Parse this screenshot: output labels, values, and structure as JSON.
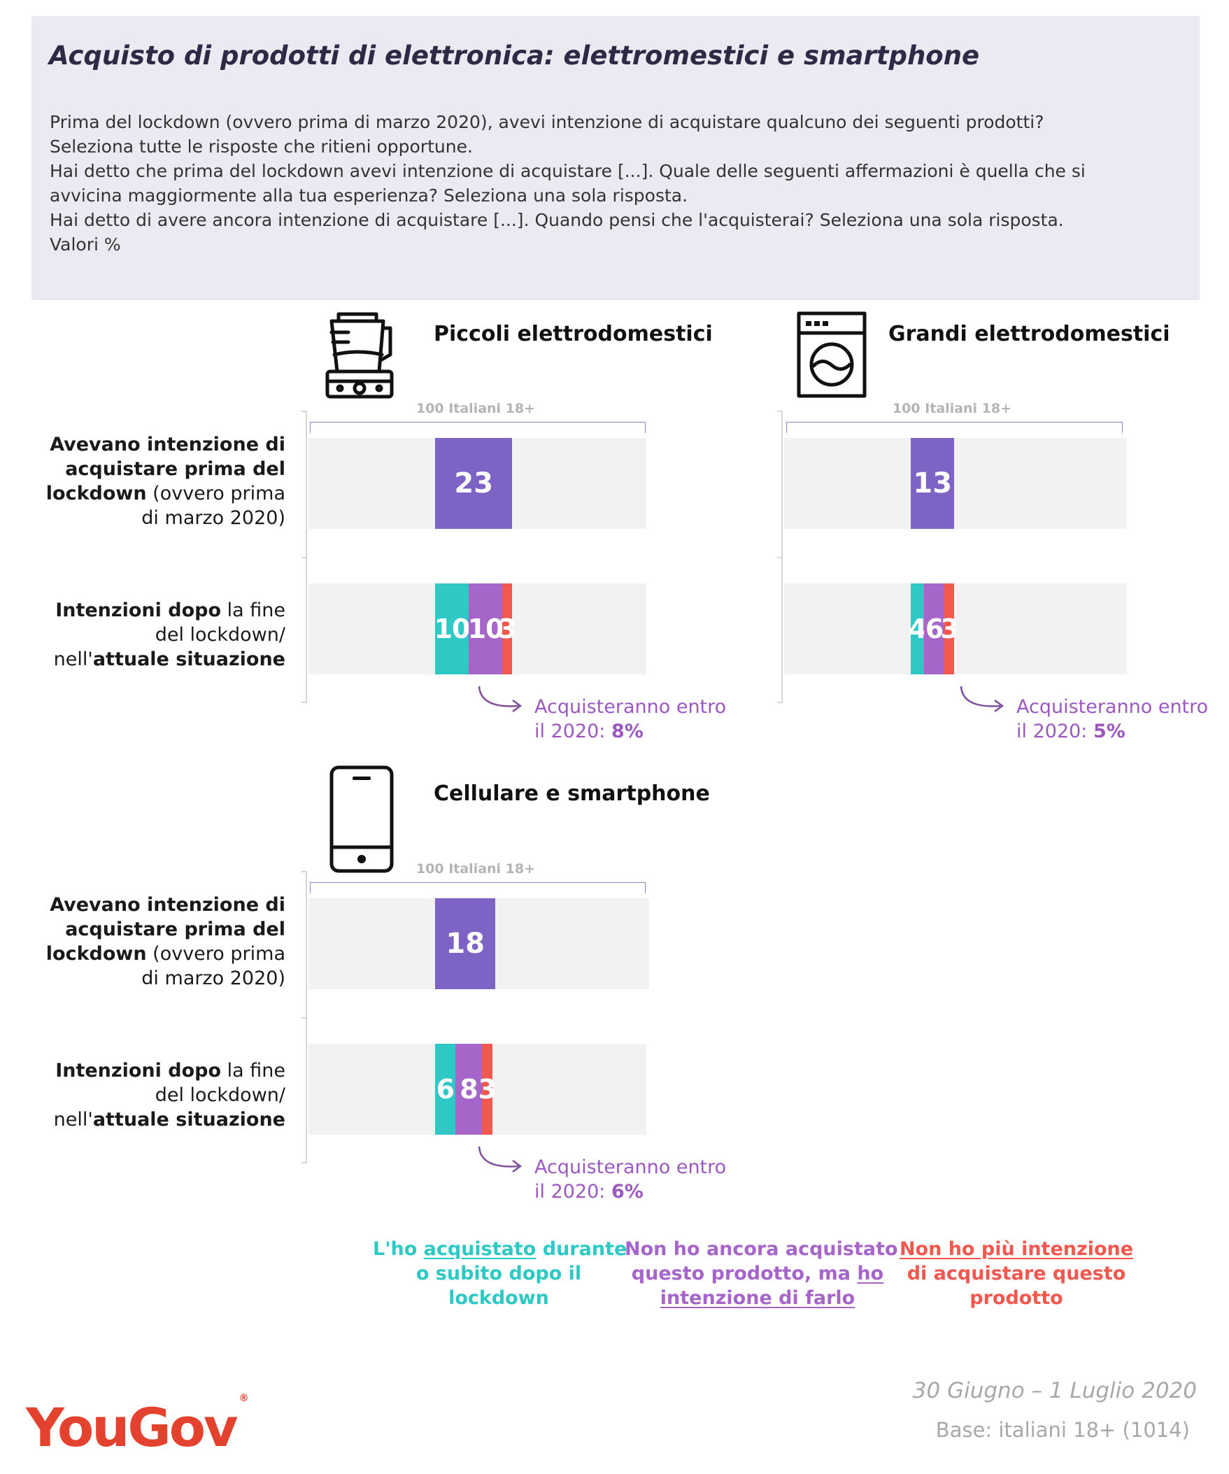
{
  "header": {
    "title": "Acquisto di prodotti di elettronica: elettromestici e smartphone",
    "question_lines": [
      "Prima del lockdown (ovvero prima di marzo 2020), avevi intenzione di acquistare qualcuno dei seguenti prodotti?",
      "Seleziona tutte le risposte che ritieni opportune.",
      "Hai detto che prima del lockdown avevi intenzione di acquistare [...]. Quale delle seguenti affermazioni è quella che si",
      "avvicina maggiormente alla tua esperienza? Seleziona una sola risposta.",
      "Hai detto di avere ancora intenzione di acquistare [...]. Quando pensi che l'acquisterai? Seleziona una sola risposta.",
      "Valori %"
    ]
  },
  "row_labels": {
    "before": {
      "l1": "Avevano intenzione di",
      "l2": "acquistare prima del",
      "l3b": "lockdown",
      "l3": " (ovvero prima",
      "l4": "di marzo 2020)"
    },
    "after": {
      "l1b": "Intenzioni dopo",
      "l1": " la fine",
      "l2": "del lockdown/",
      "l3": "nell'",
      "l3b": "attuale situazione"
    }
  },
  "colors": {
    "before": "#7d63c3",
    "bought": "#2ec9c4",
    "intend": "#a565c9",
    "no_more": "#f2584e",
    "track": "#f2f2f2"
  },
  "note_prefix": {
    "l1": "Acquisteranno entro",
    "l2": "il 2020: "
  },
  "chart_data": [
    {
      "type": "bar",
      "title": "Piccoli elettrodomestici",
      "base_label": "100 Italiani 18+",
      "xlim": [
        0,
        100
      ],
      "before_value": 23,
      "after_values": {
        "bought": 10,
        "intend": 10,
        "no_more": 3
      },
      "after_labels": [
        "10",
        "10",
        "3"
      ],
      "before_label": "23",
      "note_value": "8%"
    },
    {
      "type": "bar",
      "title": "Grandi elettrodomestici",
      "base_label": "100 Italiani 18+",
      "xlim": [
        0,
        100
      ],
      "before_value": 13,
      "after_values": {
        "bought": 4,
        "intend": 6,
        "no_more": 3
      },
      "after_labels": [
        "4",
        "6",
        "3"
      ],
      "before_label": "13",
      "note_value": "5%"
    },
    {
      "type": "bar",
      "title": "Cellulare e smartphone",
      "base_label": "100 Italiani 18+",
      "xlim": [
        0,
        100
      ],
      "before_value": 18,
      "after_values": {
        "bought": 6,
        "intend": 8,
        "no_more": 3
      },
      "after_labels": [
        "6",
        "8",
        "3"
      ],
      "before_label": "18",
      "note_value": "6%"
    }
  ],
  "legend": {
    "bought": {
      "a": "L'ho ",
      "u": "acquistato",
      "b": " durante",
      "l2": "o subito dopo il",
      "l3": "lockdown"
    },
    "intend": {
      "l1": "Non ho ancora acquistato",
      "l2a": "questo prodotto, ma ",
      "l2u": "ho",
      "l3u": "intenzione di farlo"
    },
    "no_more": {
      "l1u": "Non ho più intenzione",
      "l2": "di acquistare questo",
      "l3": "prodotto"
    }
  },
  "footer": {
    "date": "30 Giugno – 1 Luglio 2020",
    "base": "Base: italiani 18+ (1014)",
    "logo": "YouGov",
    "logo_mark": "®"
  }
}
